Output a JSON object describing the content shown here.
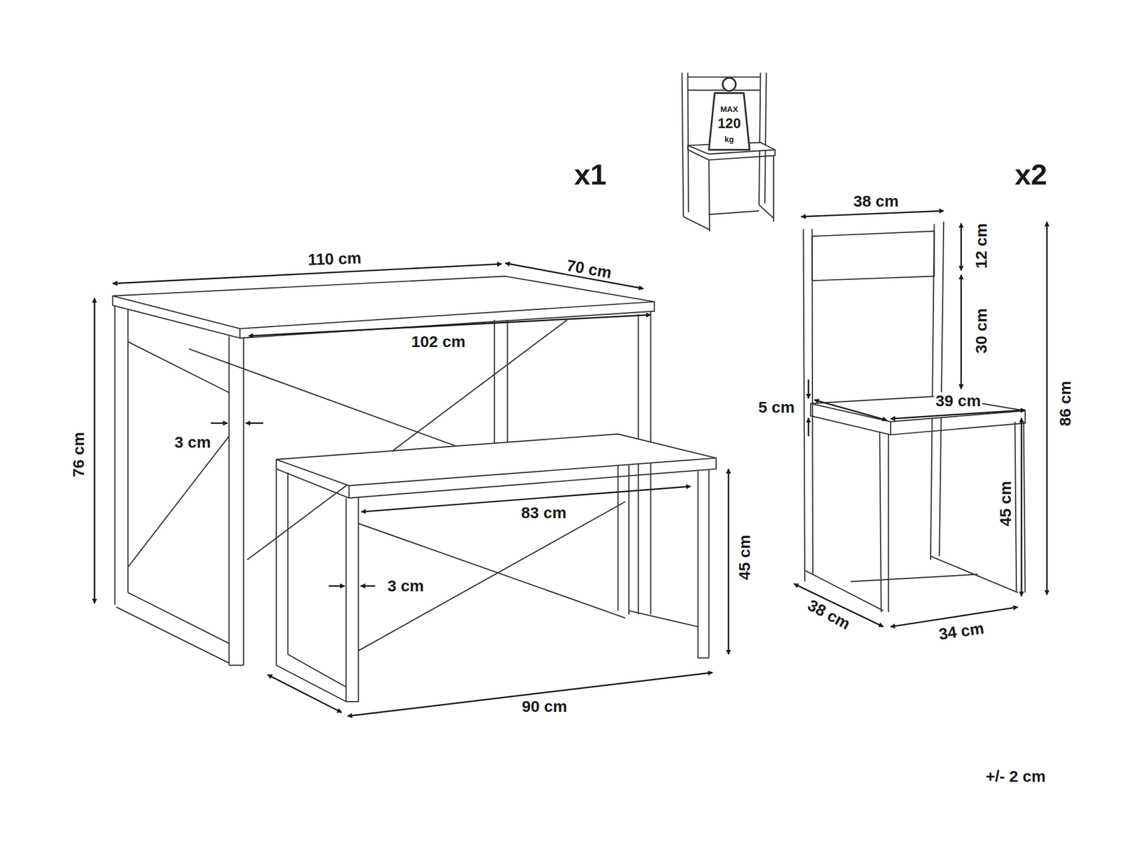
{
  "diagram": {
    "labels": [
      "x1",
      "MAX",
      "120",
      "kg",
      "x2",
      "110 cm",
      "70 cm",
      "102 cm",
      "3 cm",
      "76 cm",
      "83 cm",
      "3 cm",
      "45 cm",
      "90 cm",
      "38 cm",
      "12 cm",
      "30 cm",
      "5 cm",
      "39 cm",
      "45 cm",
      "86 cm",
      "38 cm",
      "34 cm",
      "+/- 2 cm"
    ]
  }
}
